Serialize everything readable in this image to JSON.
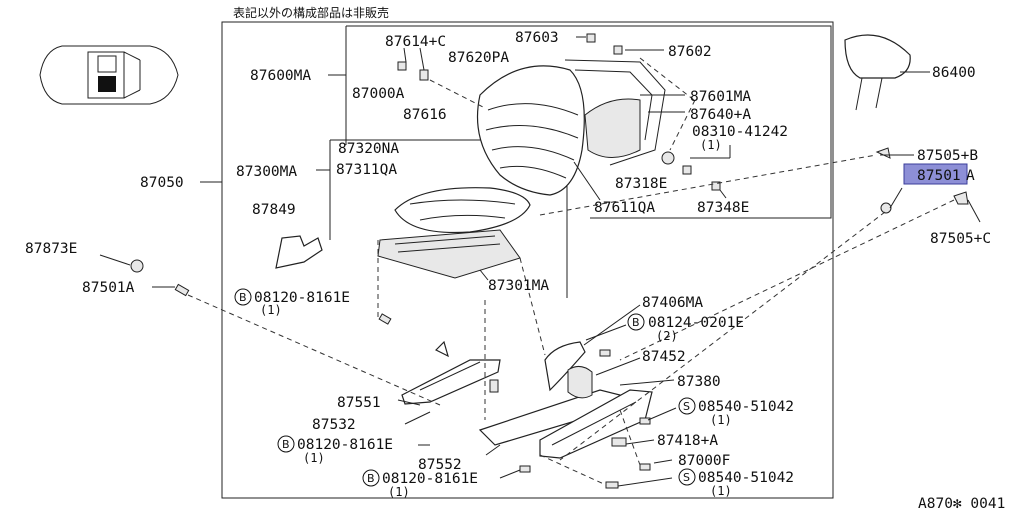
{
  "diagram": {
    "note": "表記以外の構成部品は非販売",
    "drawing_code": "A870✻ 0041",
    "callouts": {
      "c87603": "87603",
      "c87614c": "87614+C",
      "c87602": "87602",
      "c87600ma": "87600MA",
      "c87620pa": "87620PA",
      "c87000a": "87000A",
      "c87616": "87616",
      "c87601ma": "87601MA",
      "c87640a": "87640+A",
      "c08310": "08310-41242",
      "c08310_qty": "(1)",
      "c87318e": "87318E",
      "c87348e": "87348E",
      "c87611qa": "87611QA",
      "c86400": "86400",
      "c87505b": "87505+B",
      "c87501a_right_main": "87501",
      "c87501a_right_suffix": "A",
      "c87505c": "87505+C",
      "c87050": "87050",
      "c87320na": "87320NA",
      "c87300ma": "87300MA",
      "c87311qa": "87311QA",
      "c87849": "87849",
      "c87301ma": "87301MA",
      "c87873e": "87873E",
      "c87501a_left": "87501A",
      "c08120_1": "08120-8161E",
      "c08120_1_qty": "(1)",
      "c87406ma": "87406MA",
      "c08124": "08124-0201E",
      "c08124_qty": "(2)",
      "c87452": "87452",
      "c87380": "87380",
      "c87551": "87551",
      "c08540_1": "08540-51042",
      "c08540_1_qty": "(1)",
      "c87532": "87532",
      "c87418a": "87418+A",
      "c08120_2": "08120-8161E",
      "c08120_2_qty": "(1)",
      "c87552": "87552",
      "c87000f": "87000F",
      "c08120_3": "08120-8161E",
      "c08120_3_qty": "(1)",
      "c08540_2": "08540-51042",
      "c08540_2_qty": "(1)"
    },
    "symbols": {
      "bolt_b": "B",
      "screw_s": "S"
    },
    "highlight_color": "#8d8fd6"
  }
}
